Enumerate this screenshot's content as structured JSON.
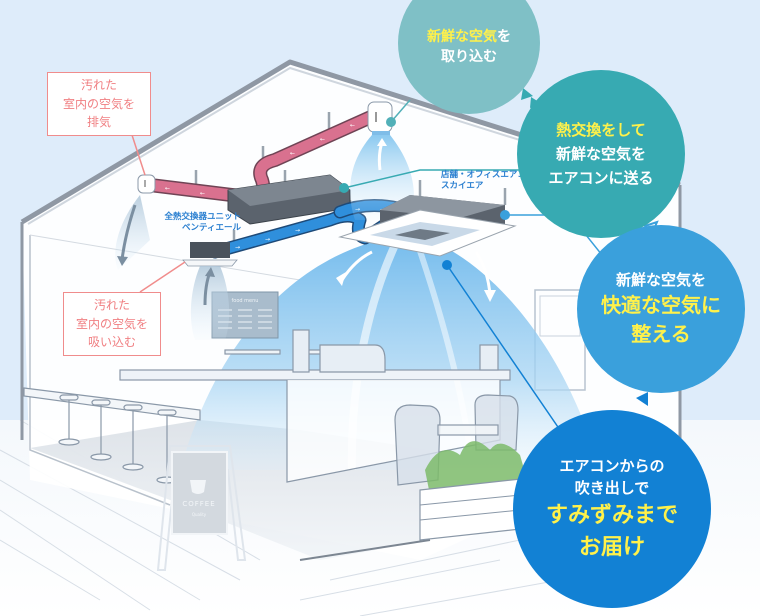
{
  "diagram": {
    "subject": "heat-exchange ventilation with shop/office air conditioner in a cafe",
    "colors": {
      "background": "#deecfa",
      "bubble_intake": "#7fc0c6",
      "bubble_exchange": "#37aab2",
      "bubble_comfort": "#3aa0dc",
      "bubble_spread": "#1281d4",
      "highlight_text": "#fff14a",
      "exhaust_duct": "#d9718f",
      "supply_duct": "#2f8fdc",
      "pink_callout": "#f07f82",
      "unit_label": "#2a7fd0"
    }
  },
  "bubbles": {
    "intake": {
      "line1_highlight": "新鮮な空気",
      "line1_rest": "を",
      "line2": "取り込む"
    },
    "exchange": {
      "line1_highlight": "熱交換をして",
      "line2": "新鮮な空気を",
      "line3": "エアコンに送る"
    },
    "comfort": {
      "line1": "新鮮な空気を",
      "line2_highlight": "快適な空気に",
      "line3_highlight": "整える"
    },
    "spread": {
      "line1": "エアコンからの",
      "line2": "吹き出しで",
      "line3_highlight": "すみずみまで",
      "line4_highlight": "お届け"
    }
  },
  "callouts": {
    "exhaust": {
      "line1": "汚れた",
      "line2": "室内の空気を",
      "line3": "排気"
    },
    "intake_dirty": {
      "line1": "汚れた",
      "line2": "室内の空気を",
      "line3": "吸い込む"
    }
  },
  "units": {
    "ventilator": {
      "line1": "全熱交換器ユニット",
      "line2": "ベンティエール"
    },
    "aircon": {
      "line1": "店舗・オフィスエアコン",
      "line2": "スカイエア"
    }
  },
  "scene_text": {
    "menu_board_title": "food menu",
    "sign_text": "COFFEE",
    "sign_sub": "Quality"
  }
}
